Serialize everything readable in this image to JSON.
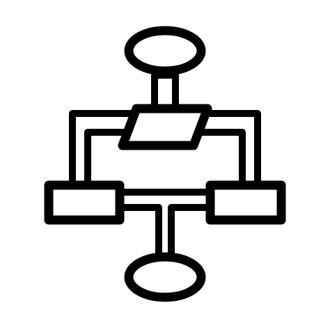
{
  "icon": {
    "name": "flowchart-icon",
    "stroke_color": "#000000",
    "fill_color": "#ffffff",
    "background_color": "#ffffff"
  },
  "nodes": [
    {
      "name": "start-terminator",
      "shape": "ellipse"
    },
    {
      "name": "input-output-parallelogram",
      "shape": "parallelogram"
    },
    {
      "name": "left-process-box",
      "shape": "rectangle"
    },
    {
      "name": "right-process-box",
      "shape": "rectangle"
    },
    {
      "name": "end-terminator",
      "shape": "ellipse"
    }
  ],
  "connectors": [
    {
      "from": "start-terminator",
      "to": "input-output-parallelogram"
    },
    {
      "from": "input-output-parallelogram",
      "to": "left-process-box"
    },
    {
      "from": "input-output-parallelogram",
      "to": "right-process-box"
    },
    {
      "from": "left-process-box",
      "to": "right-process-box"
    },
    {
      "from": "left-process-box",
      "to": "end-terminator"
    }
  ]
}
